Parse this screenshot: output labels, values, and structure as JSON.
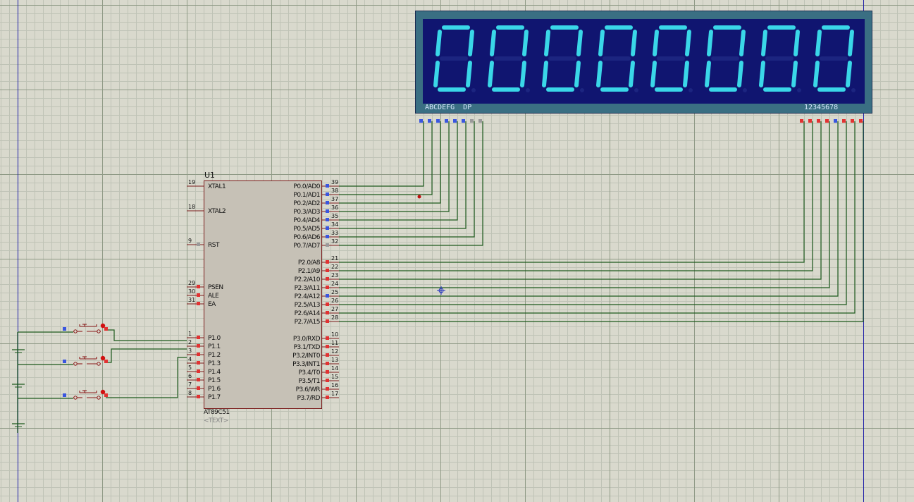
{
  "display": {
    "digits": [
      "0",
      "0",
      "0",
      "0",
      "0",
      "0",
      "0",
      "0"
    ],
    "segments_label": "ABCDEFG  DP",
    "digits_label": "12345678",
    "segment_color": "#3ad7e8",
    "screen_color": "#101570"
  },
  "mcu": {
    "ref": "U1",
    "part": "AT89C51",
    "text_placeholder": "<TEXT>",
    "left_pins": [
      {
        "num": "19",
        "name": "XTAL1"
      },
      {
        "num": "18",
        "name": "XTAL2"
      },
      {
        "num": "9",
        "name": "RST"
      },
      {
        "num": "29",
        "name": "PSEN"
      },
      {
        "num": "30",
        "name": "ALE"
      },
      {
        "num": "31",
        "name": "EA"
      },
      {
        "num": "1",
        "name": "P1.0"
      },
      {
        "num": "2",
        "name": "P1.1"
      },
      {
        "num": "3",
        "name": "P1.2"
      },
      {
        "num": "4",
        "name": "P1.3"
      },
      {
        "num": "5",
        "name": "P1.4"
      },
      {
        "num": "6",
        "name": "P1.5"
      },
      {
        "num": "7",
        "name": "P1.6"
      },
      {
        "num": "8",
        "name": "P1.7"
      }
    ],
    "right_pins": [
      {
        "num": "39",
        "name": "P0.0/AD0"
      },
      {
        "num": "38",
        "name": "P0.1/AD1"
      },
      {
        "num": "37",
        "name": "P0.2/AD2"
      },
      {
        "num": "36",
        "name": "P0.3/AD3"
      },
      {
        "num": "35",
        "name": "P0.4/AD4"
      },
      {
        "num": "34",
        "name": "P0.5/AD5"
      },
      {
        "num": "33",
        "name": "P0.6/AD6"
      },
      {
        "num": "32",
        "name": "P0.7/AD7"
      },
      {
        "num": "21",
        "name": "P2.0/A8"
      },
      {
        "num": "22",
        "name": "P2.1/A9"
      },
      {
        "num": "23",
        "name": "P2.2/A10"
      },
      {
        "num": "24",
        "name": "P2.3/A11"
      },
      {
        "num": "25",
        "name": "P2.4/A12"
      },
      {
        "num": "26",
        "name": "P2.5/A13"
      },
      {
        "num": "27",
        "name": "P2.6/A14"
      },
      {
        "num": "28",
        "name": "P2.7/A15"
      },
      {
        "num": "10",
        "name": "P3.0/RXD"
      },
      {
        "num": "11",
        "name": "P3.1/TXD"
      },
      {
        "num": "12",
        "name": "P3.2/INT0"
      },
      {
        "num": "13",
        "name": "P3.3/INT1"
      },
      {
        "num": "14",
        "name": "P3.4/T0"
      },
      {
        "num": "15",
        "name": "P3.5/T1"
      },
      {
        "num": "16",
        "name": "P3.6/WR"
      },
      {
        "num": "17",
        "name": "P3.7/RD"
      }
    ]
  },
  "buttons": [
    {
      "name": "push-button-1"
    },
    {
      "name": "push-button-2"
    },
    {
      "name": "push-button-3"
    }
  ],
  "colors": {
    "wire": "#1d5a1d",
    "pin_line": "#7a1a1a",
    "background": "#d9d9cd",
    "grid_major": "#8f9a86",
    "sheet_border": "#1f1fa8"
  }
}
